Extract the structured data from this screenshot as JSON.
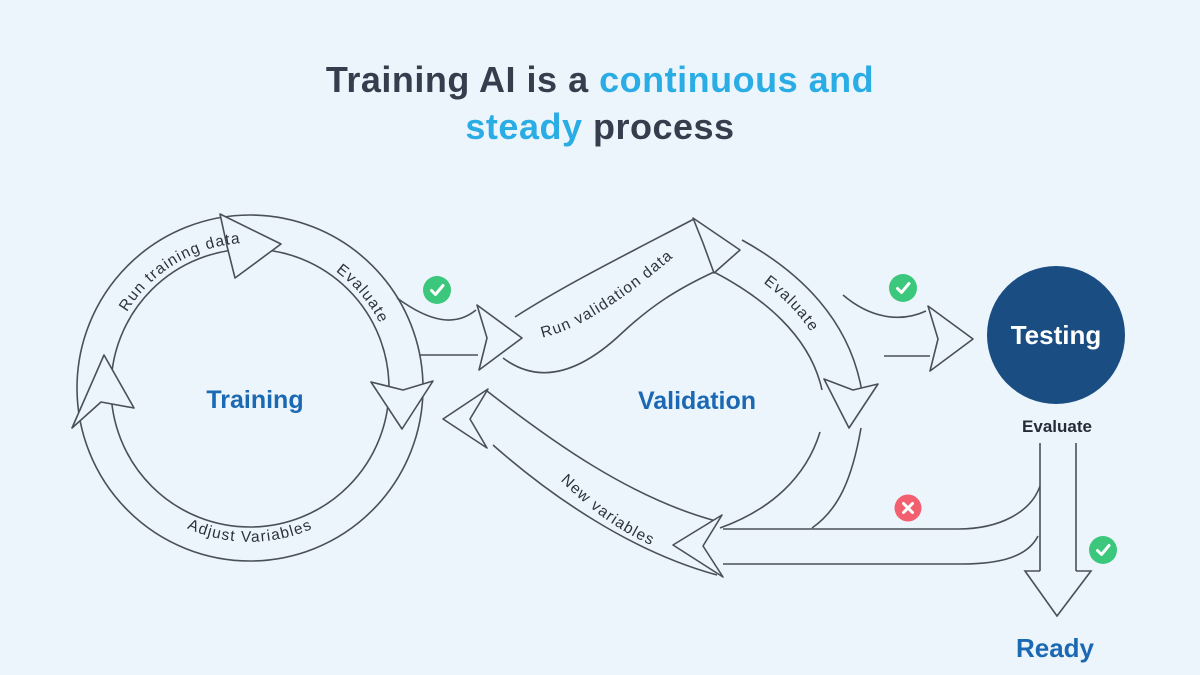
{
  "title": {
    "line1_dark": "Training AI is a",
    "line1_blue": "continuous and",
    "line2_blue": "steady",
    "line2_dark": "process"
  },
  "nodes": {
    "training": "Training",
    "validation": "Validation",
    "testing": "Testing",
    "testing_evaluate": "Evaluate",
    "ready": "Ready"
  },
  "edges": {
    "run_training": "Run training data",
    "training_evaluate": "Evaluate",
    "adjust_variables": "Adjust Variables",
    "run_validation": "Run validation data",
    "validation_evaluate": "Evaluate",
    "new_variables": "New variables"
  },
  "status_icons": {
    "training_success": "check-icon",
    "validation_success": "check-icon",
    "testing_fail": "x-icon",
    "testing_success": "check-icon"
  },
  "colors": {
    "background": "#edf5fc",
    "line": "#4a5058",
    "title_dark": "#353e4d",
    "title_blue": "#2aace4",
    "node_blue": "#1b69b3",
    "testing_fill": "#1a4e82",
    "testing_text": "#ffffff",
    "success_green": "#3bc77c",
    "fail_red": "#f2606f"
  }
}
